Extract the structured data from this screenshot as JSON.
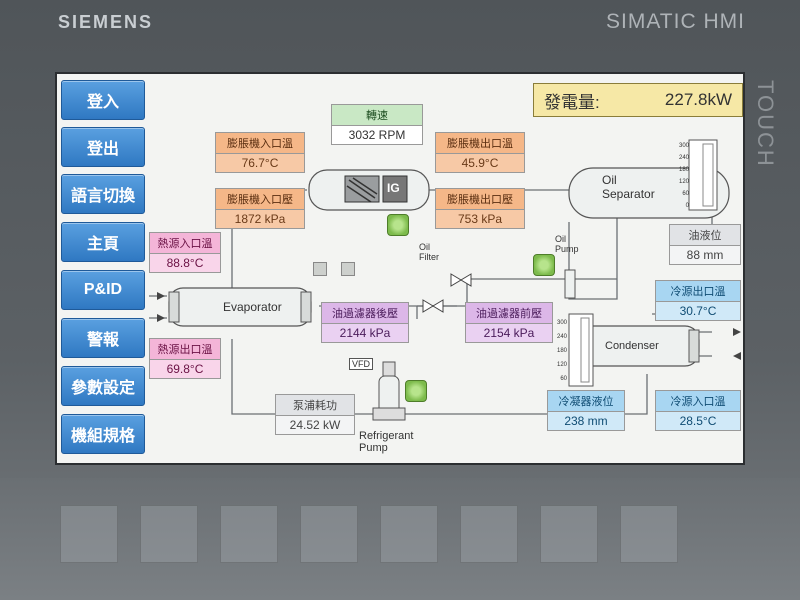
{
  "bezel": {
    "brand": "SIEMENS",
    "model": "SIMATIC HMI",
    "touch_label": "TOUCH"
  },
  "nav": {
    "items": [
      "登入",
      "登出",
      "語言切換",
      "主頁",
      "P&ID",
      "警報",
      "參數設定",
      "機組規格"
    ]
  },
  "power": {
    "label": "發電量:",
    "value": "227.8kW"
  },
  "speed": {
    "label": "轉速",
    "value": "3032 RPM"
  },
  "expander_inlet_temp": {
    "label": "膨脹機入口溫",
    "value": "76.7°C"
  },
  "expander_inlet_press": {
    "label": "膨脹機入口壓",
    "value": "1872 kPa"
  },
  "expander_outlet_temp": {
    "label": "膨脹機出口溫",
    "value": "45.9°C"
  },
  "expander_outlet_press": {
    "label": "膨脹機出口壓",
    "value": "753 kPa"
  },
  "heat_inlet_temp": {
    "label": "熱源入口溫",
    "value": "88.8°C"
  },
  "heat_outlet_temp": {
    "label": "熱源出口溫",
    "value": "69.8°C"
  },
  "filter_after_press": {
    "label": "油過濾器後壓",
    "value": "2144 kPa"
  },
  "filter_before_press": {
    "label": "油過濾器前壓",
    "value": "2154 kPa"
  },
  "oil_level": {
    "label": "油液位",
    "value": "88 mm"
  },
  "cool_outlet_temp": {
    "label": "冷源出口溫",
    "value": "30.7°C"
  },
  "cool_inlet_temp": {
    "label": "冷源入口溫",
    "value": "28.5°C"
  },
  "condenser_level": {
    "label": "冷凝器液位",
    "value": "238 mm"
  },
  "pump_power": {
    "label": "泵浦耗功",
    "value": "24.52 kW"
  },
  "diagram": {
    "evaporator": "Evaporator",
    "oil_separator": "Oil Separator",
    "oil_pump": "Oil Pump",
    "oil_filter": "Oil Filter",
    "condenser": "Condenser",
    "refrigerant_pump": "Refrigerant Pump",
    "ig": "IG",
    "vfd": "VFD",
    "oil_gauge_ticks": [
      "300",
      "240",
      "180",
      "120",
      "60",
      "0"
    ],
    "cond_gauge_ticks": [
      "300",
      "240",
      "180",
      "120",
      "60"
    ]
  },
  "colors": {
    "nav_blue": "#2f78c2",
    "power_yellow": "#f6e8a6",
    "status_green": "#7dbb4c"
  }
}
